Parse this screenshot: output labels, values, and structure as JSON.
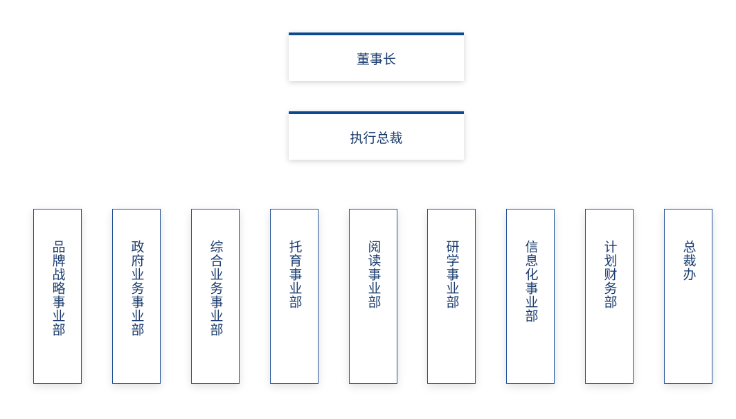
{
  "chart": {
    "chairman": "董事长",
    "ceo": "执行总裁",
    "departments": [
      "品牌战略事业部",
      "政府业务事业部",
      "综合业务事业部",
      "托育事业部",
      "阅读事业部",
      "研学事业部",
      "信息化事业部",
      "计划财务部",
      "总裁办"
    ]
  },
  "colors": {
    "accent": "#0b4a92",
    "text": "#1a3c6e",
    "border": "#1f4e96"
  }
}
